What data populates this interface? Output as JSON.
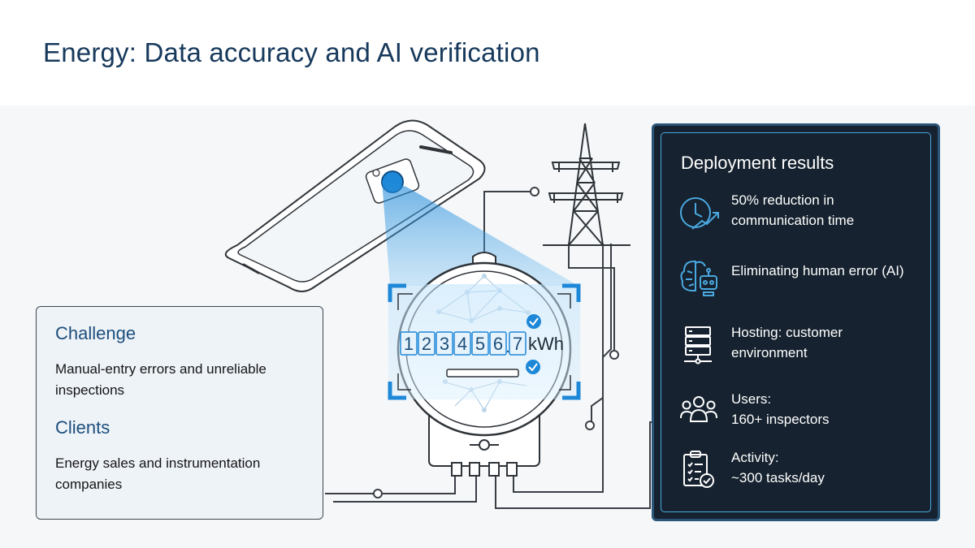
{
  "slide": {
    "title": "Energy: Data accuracy and AI verification"
  },
  "meter": {
    "digits": [
      "1",
      "2",
      "3",
      "4",
      "5",
      "6",
      "7"
    ],
    "decimal_point": ".",
    "unit": "kWh"
  },
  "left_card": {
    "challenge_heading": "Challenge",
    "challenge_text": "Manual-entry errors and unreliable inspections",
    "clients_heading": "Clients",
    "clients_text": "Energy sales and instrumentation companies"
  },
  "results": {
    "title": "Deployment results",
    "items": [
      {
        "icon": "clock-growth-icon",
        "line1": "50% reduction in",
        "line2": "communication time"
      },
      {
        "icon": "ai-brain-robot-icon",
        "line1": "Eliminating human error (AI)",
        "line2": ""
      },
      {
        "icon": "server-icon",
        "line1": "Hosting: customer",
        "line2": "environment"
      },
      {
        "icon": "users-icon",
        "line1": "Users:",
        "line2": "160+ inspectors"
      },
      {
        "icon": "clipboard-check-icon",
        "line1": "Activity:",
        "line2": "~300 tasks/day"
      }
    ]
  },
  "colors": {
    "title": "#17395c",
    "accent_blue": "#1e88d8",
    "panel_bg": "#16222f",
    "panel_border": "#4aa8e0",
    "card_bg": "#eef3f8"
  }
}
